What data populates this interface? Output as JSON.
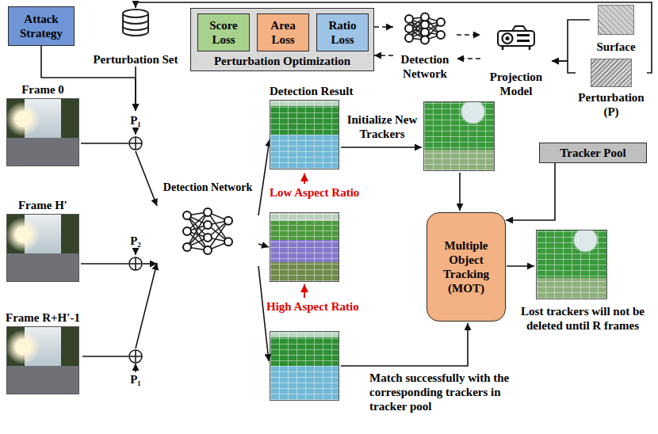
{
  "diagram": {
    "nodes": [
      {
        "text": [
          "Attack Strategy"
        ]
      },
      {
        "text": [
          "Perturbation Set"
        ]
      },
      {
        "text": [
          "Perturbation Optimization"
        ]
      },
      {
        "text": [
          "Score Loss"
        ],
        "in": 2
      },
      {
        "text": [
          "Area Loss"
        ],
        "in": 2
      },
      {
        "text": [
          "Ratio Loss"
        ],
        "in": 2
      },
      {
        "text": [
          "Detection Network"
        ]
      },
      {
        "text": [
          "Projection Model"
        ]
      },
      {
        "text": [
          "Surface"
        ]
      },
      {
        "text": [
          "Perturbation (P)"
        ]
      },
      {
        "text": [
          "Frame 0"
        ]
      },
      {
        "text": [
          "Frame H′"
        ]
      },
      {
        "text": [
          "Frame R+H′-1"
        ]
      },
      {
        "text": [
          "P₁"
        ]
      },
      {
        "text": [
          "P₂"
        ]
      },
      {
        "text": [
          "P₁"
        ]
      },
      {
        "text": [
          "Detection Network"
        ]
      },
      {
        "text": [
          "Detection Result"
        ]
      },
      {
        "text": [
          "Tracker Pool"
        ]
      },
      {
        "text": [
          "Multiple Object Tracking (MOT)"
        ]
      }
    ],
    "edges": [
      {
        "from": 0,
        "to": 13,
        "arrow": "to"
      },
      {
        "from": 1,
        "to": 13,
        "arrow": "to"
      },
      {
        "from": 2,
        "to": 6,
        "arrow": "to"
      },
      {
        "from": 6,
        "to": 2,
        "arrow": "to"
      },
      {
        "from": 6,
        "to": 7,
        "arrow": "to"
      },
      {
        "from": 7,
        "to": 6,
        "arrow": "to"
      },
      {
        "from": 8,
        "to": 7,
        "arrow": "to"
      },
      {
        "from": 9,
        "to": 7,
        "arrow": "to"
      },
      {
        "from": 9,
        "to": 1,
        "arrow": "to"
      },
      {
        "from": 10,
        "to": 13,
        "arrow": "none"
      },
      {
        "from": 11,
        "to": 14,
        "arrow": "none"
      },
      {
        "from": 12,
        "to": 15,
        "arrow": "none"
      },
      {
        "from": 13,
        "to": 16,
        "arrow": "to"
      },
      {
        "from": 14,
        "to": 16,
        "arrow": "to"
      },
      {
        "from": 15,
        "to": 16,
        "arrow": "to"
      },
      {
        "from": 16,
        "to": 17,
        "arrow": "to"
      },
      {
        "from": 18,
        "to": 19,
        "arrow": "to"
      }
    ],
    "labels": [
      "Initialize New Trackers",
      "Low Aspect Ratio",
      "High Aspect Ratio",
      "Lost trackers will not be deleted until R frames",
      "Match successfully with the corresponding trackers in tracker pool"
    ]
  }
}
